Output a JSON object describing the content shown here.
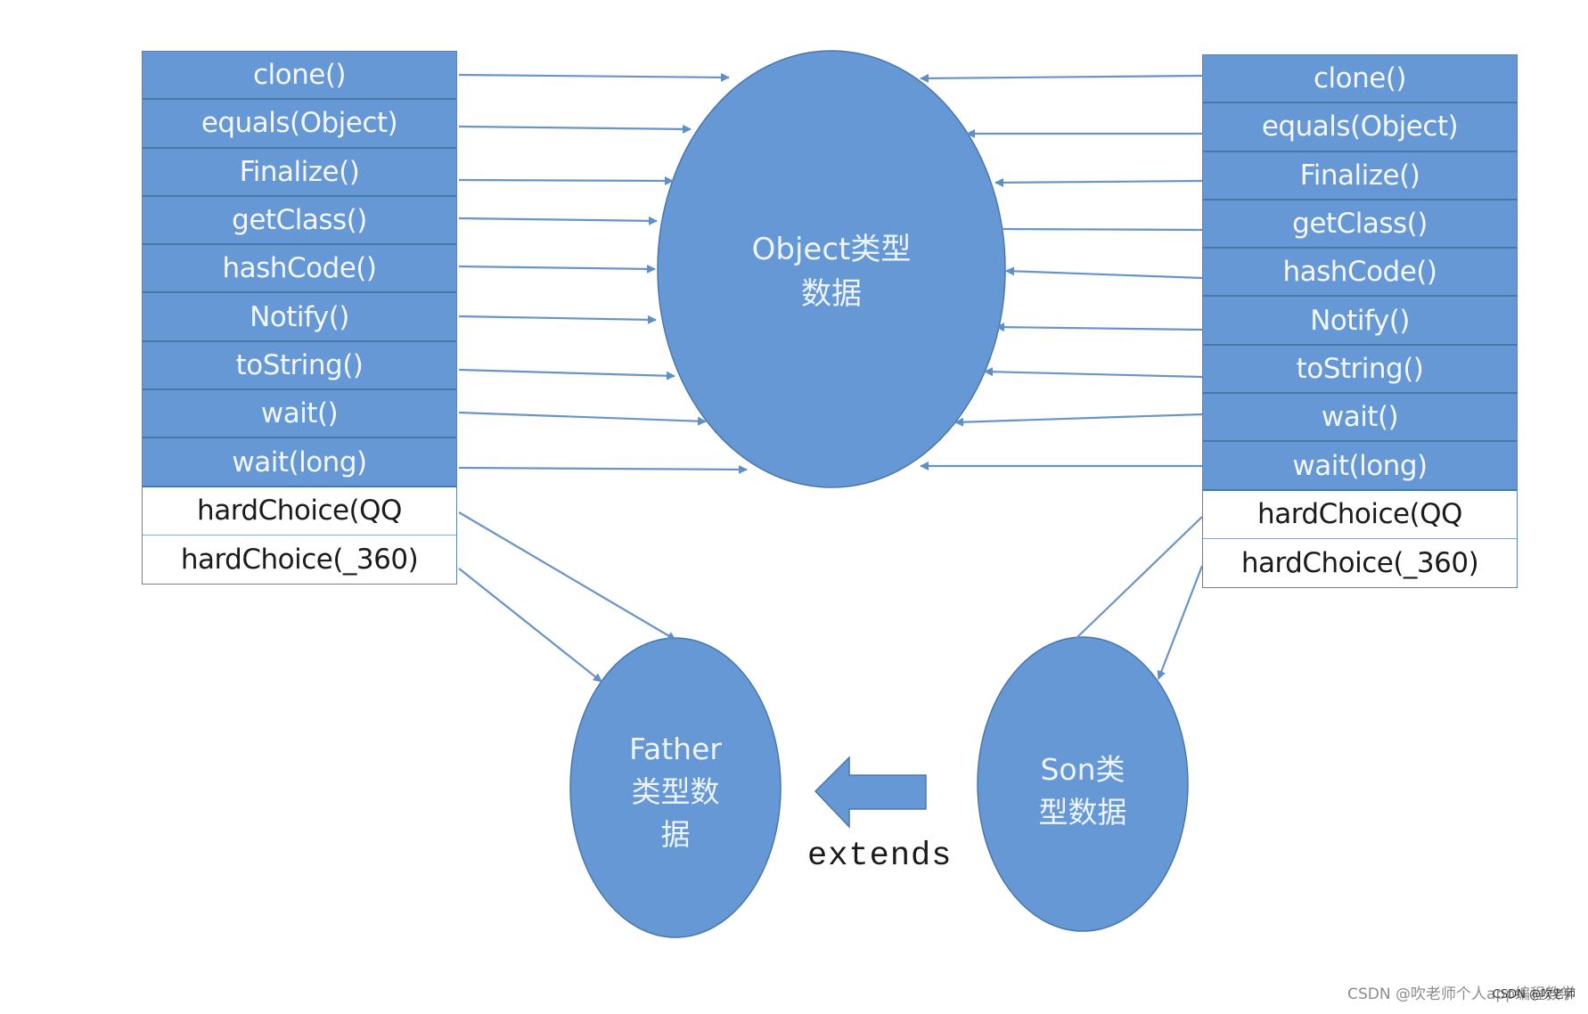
{
  "colors": {
    "shape_fill": "#6598d4",
    "shape_stroke": "#4a77ab",
    "connector": "#6a93c8",
    "inherited_text": "#f4f8fd",
    "own_text": "#1b1b1b"
  },
  "object_node": {
    "label_line1": "Object类型",
    "label_line2": "数据"
  },
  "father_node": {
    "label_line1": "Father",
    "label_line2": "类型数",
    "label_line3": "据"
  },
  "son_node": {
    "label_line1": "Son类",
    "label_line2": "型数据"
  },
  "father_table": {
    "inherited_methods": [
      "clone()",
      "equals(Object)",
      "Finalize()",
      "getClass()",
      "hashCode()",
      "Notify()",
      "toString()",
      "wait()",
      "wait(long)"
    ],
    "own_methods": [
      "hardChoice(QQ",
      "hardChoice(_360)"
    ]
  },
  "son_table": {
    "inherited_methods": [
      "clone()",
      "equals(Object)",
      "Finalize()",
      "getClass()",
      "hashCode()",
      "Notify()",
      "toString()",
      "wait()",
      "wait(long)"
    ],
    "own_methods": [
      "hardChoice(QQ",
      "hardChoice(_360)"
    ]
  },
  "relationship": {
    "label": "extends",
    "from": "Son",
    "to": "Father"
  },
  "watermark": {
    "text": "CSDN @吹老师个人app编程教学",
    "overlay_text": "CSDN @吹老师"
  }
}
